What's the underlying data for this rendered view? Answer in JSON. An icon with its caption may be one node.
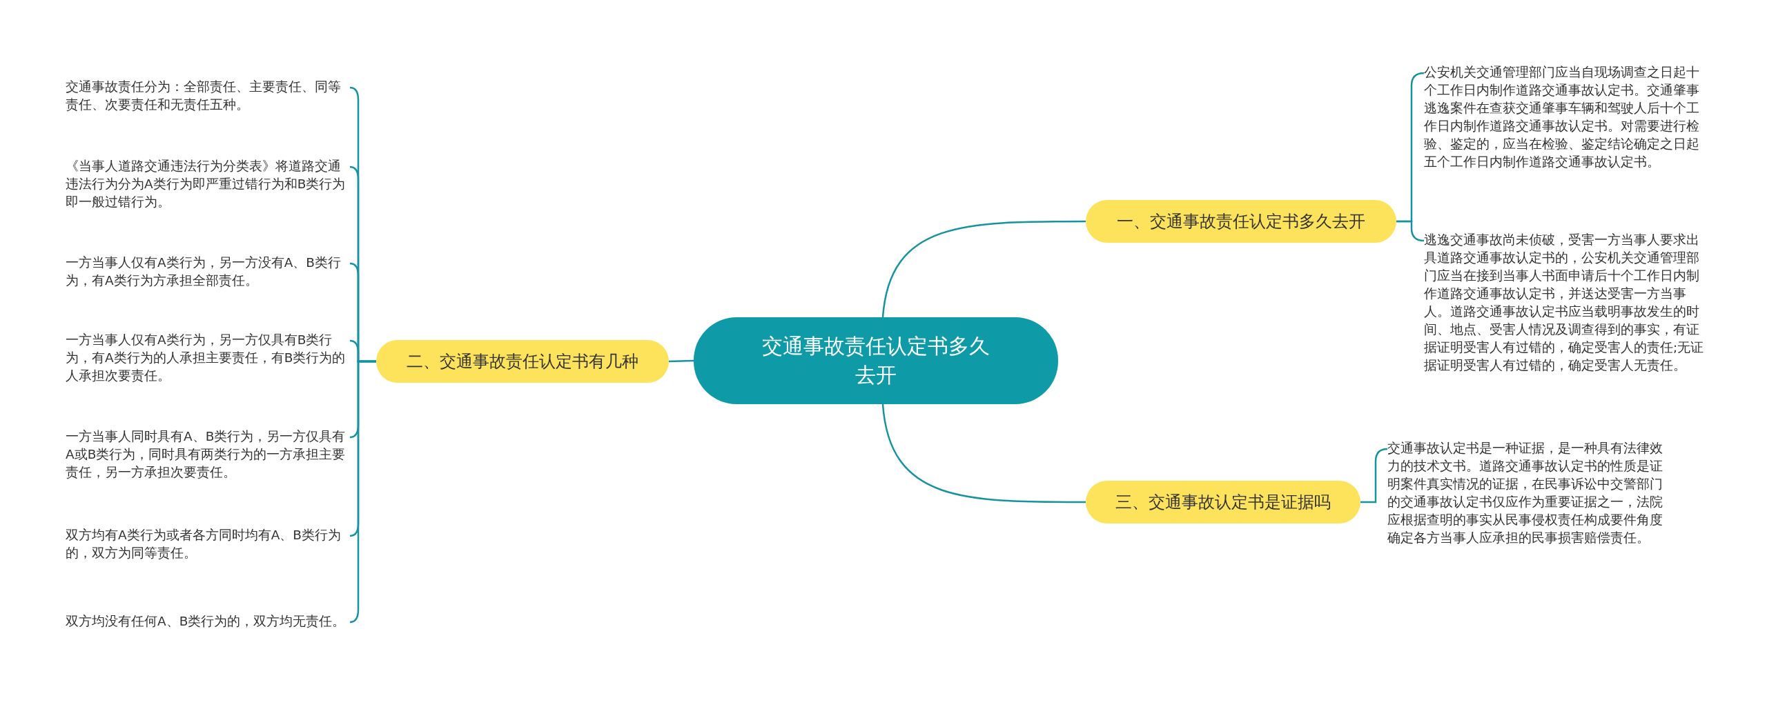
{
  "diagram": {
    "nodes": [
      {
        "text": [
          "交通事故责任认定书多久去开"
        ]
      },
      {
        "text": [
          "一、交通事故责任认定书多久去开"
        ]
      },
      {
        "text": [
          "公安机关交通管理部门应当自现场调查之日起十个工作日内制作道路交通事故认定书。交通肇事逃逸案件在查获交通肇事车辆和驾驶人后十个工作日内制作道路交通事故认定书。对需要进行检验、鉴定的，应当在检验、鉴定结论确定之日起五个工作日内制作道路交通事故认定书。"
        ]
      },
      {
        "text": [
          "逃逸交通事故尚未侦破，受害一方当事人要求出具道路交通事故认定书的，公安机关交通管理部门应当在接到当事人书面申请后十个工作日内制作道路交通事故认定书，并送达受害一方当事人。道路交通事故认定书应当载明事故发生的时间、地点、受害人情况及调查得到的事实，有证据证明受害人有过错的，确定受害人的责任;无证据证明受害人有过错的，确定受害人无责任。"
        ]
      },
      {
        "text": [
          "二、交通事故责任认定书有几种"
        ]
      },
      {
        "text": [
          "交通事故责任分为：全部责任、主要责任、同等责任、次要责任和无责任五种。"
        ]
      },
      {
        "text": [
          "《当事人道路交通违法行为分类表》将道路交通违法行为分为A类行为即严重过错行为和B类行为即一般过错行为。"
        ]
      },
      {
        "text": [
          "一方当事人仅有A类行为，另一方没有A、B类行为，有A类行为方承担全部责任。"
        ]
      },
      {
        "text": [
          "一方当事人仅有A类行为，另一方仅具有B类行为，有A类行为的人承担主要责任，有B类行为的人承担次要责任。"
        ]
      },
      {
        "text": [
          "一方当事人同时具有A、B类行为，另一方仅具有A或B类行为，同时具有两类行为的一方承担主要责任，另一方承担次要责任。"
        ]
      },
      {
        "text": [
          "双方均有A类行为或者各方同时均有A、B类行为的，双方为同等责任。"
        ]
      },
      {
        "text": [
          "双方均没有任何A、B类行为的，双方均无责任。"
        ]
      },
      {
        "text": [
          "三、交通事故认定书是证据吗"
        ]
      },
      {
        "text": [
          "交通事故认定书是一种证据，是一种具有法律效力的技术文书。道路交通事故认定书的性质是证明案件真实情况的证据，在民事诉讼中交警部门的交通事故认定书仅应作为重要证据之一，法院应根据查明的事实从民事侵权责任构成要件角度确定各方当事人应承担的民事损害赔偿责任。"
        ]
      }
    ],
    "edges": [
      {
        "from": 0,
        "to": 1,
        "arrow": "none"
      },
      {
        "from": 1,
        "to": 2,
        "arrow": "none"
      },
      {
        "from": 1,
        "to": 3,
        "arrow": "none"
      },
      {
        "from": 0,
        "to": 4,
        "arrow": "none"
      },
      {
        "from": 4,
        "to": 5,
        "arrow": "none"
      },
      {
        "from": 4,
        "to": 6,
        "arrow": "none"
      },
      {
        "from": 4,
        "to": 7,
        "arrow": "none"
      },
      {
        "from": 4,
        "to": 8,
        "arrow": "none"
      },
      {
        "from": 4,
        "to": 9,
        "arrow": "none"
      },
      {
        "from": 4,
        "to": 10,
        "arrow": "none"
      },
      {
        "from": 4,
        "to": 11,
        "arrow": "none"
      },
      {
        "from": 0,
        "to": 12,
        "arrow": "none"
      },
      {
        "from": 12,
        "to": 13,
        "arrow": "none"
      }
    ]
  }
}
